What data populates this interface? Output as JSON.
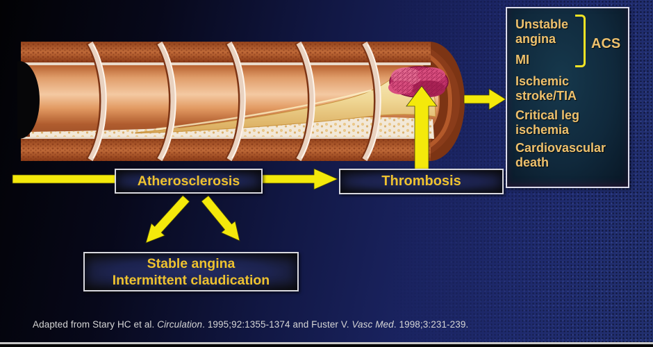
{
  "boxes": {
    "atherosclerosis": "Atherosclerosis",
    "thrombosis": "Thrombosis",
    "stable_angina": {
      "line1": "Stable angina",
      "line2": "Intermittent claudication"
    }
  },
  "outcomes_panel": {
    "acs_label": "ACS",
    "items": [
      {
        "label": "Unstable angina",
        "in_acs_bracket": true
      },
      {
        "label": "MI",
        "in_acs_bracket": true
      },
      {
        "label": "Ischemic stroke/TIA",
        "in_acs_bracket": false
      },
      {
        "label": "Critical leg ischemia",
        "in_acs_bracket": false
      },
      {
        "label": "Cardiovascular death",
        "in_acs_bracket": false
      }
    ]
  },
  "citation": {
    "parts": [
      {
        "text": "Adapted from Stary HC et al. ",
        "italic": false
      },
      {
        "text": "Circulation",
        "italic": true
      },
      {
        "text": ". 1995;92:1355-1374 and Fuster V. ",
        "italic": false
      },
      {
        "text": "Vasc Med",
        "italic": true
      },
      {
        "text": ". 1998;3:231-239.",
        "italic": false
      }
    ]
  },
  "illustration": {
    "subject": "Cut-away artery showing progressive atherosclerotic plaque growth ending in thrombus formation",
    "elements": [
      "artery wall",
      "open lumen",
      "growing lipid plaque",
      "foam-cell layer",
      "thrombus on ruptured plaque"
    ]
  },
  "colors": {
    "arrow_yellow": "#f4e90b",
    "box_text_gold": "#eec22f",
    "panel_text_gold": "#eec16d",
    "acs_bracket_yellow": "#f2e324",
    "box_border_gray": "#d9d9df",
    "panel_border_white": "#dcdcec",
    "citation_gray": "#d6d6d6",
    "background_dark": "#050509",
    "background_blue": "#22306f",
    "panel_background": "#10293c",
    "artery_copper": "#b05a2c",
    "artery_wall_dark": "#7c3414",
    "artery_lumen_light": "#f4c9a2",
    "plaque_cream": "#f0d896",
    "foam_white": "#f2e8d8",
    "thrombus_pink": "#c2336a"
  }
}
